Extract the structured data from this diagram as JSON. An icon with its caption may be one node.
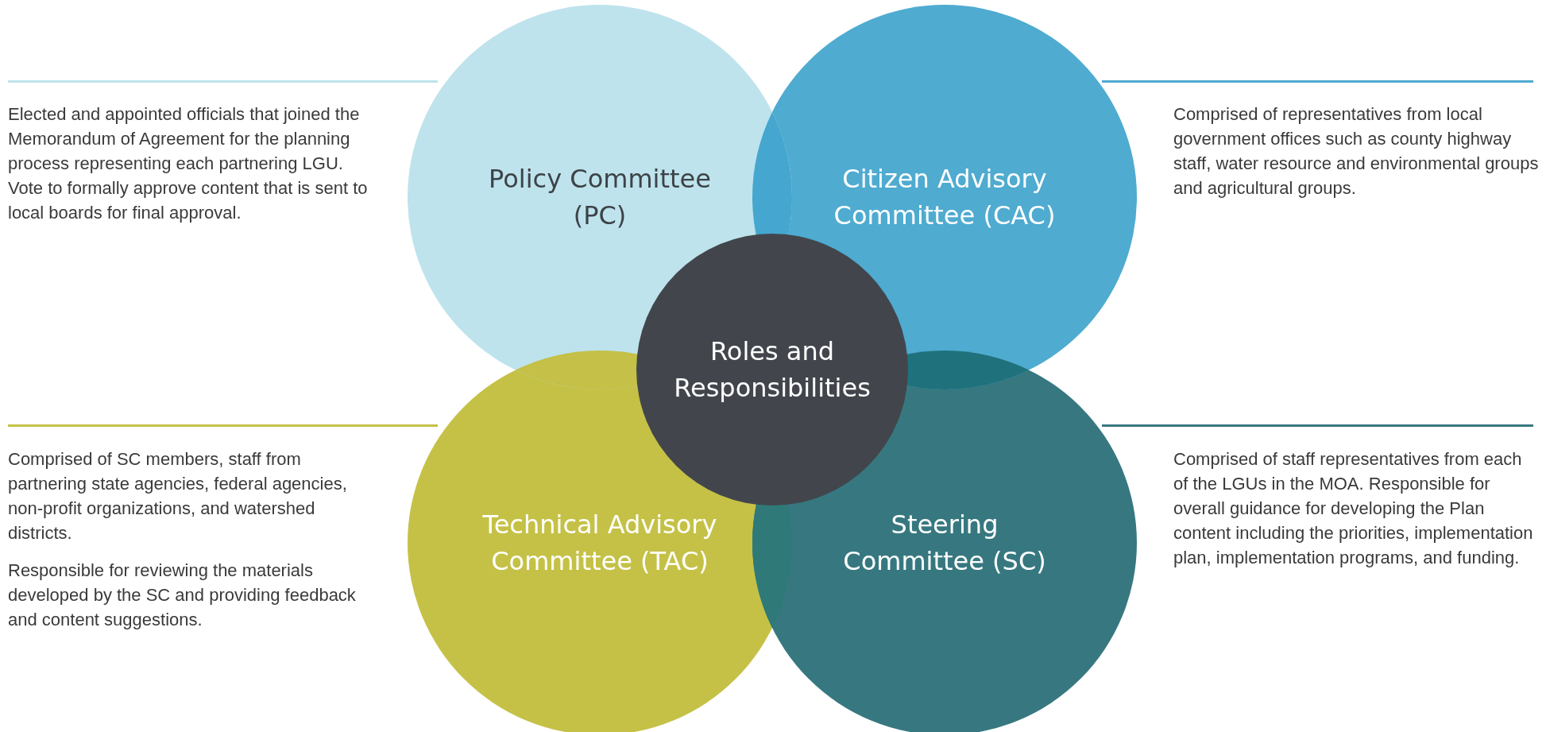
{
  "diagram": {
    "nodes": [
      {
        "text": [
          "Policy Committee (PC)"
        ],
        "beside": [
          "Elected and appointed officials that joined the Memorandum of Agreement for the planning process representing each partnering LGU. Vote to formally approve content that is sent to local boards for final approval."
        ]
      },
      {
        "text": [
          "Citizen Advisory Committee (CAC)"
        ],
        "beside": [
          "Comprised of representatives from local government offices such as county highway staff, water resource and environmental groups and agricultural groups."
        ]
      },
      {
        "text": [
          "Roles and Responsibilities"
        ]
      },
      {
        "text": [
          "Technical Advisory Committee (TAC)"
        ],
        "beside": [
          "Comprised of SC members, staff from partnering state agencies, federal agencies, non-profit organizations, and watershed districts.",
          "Responsible for reviewing the materials developed by the SC and providing feedback and content suggestions."
        ]
      },
      {
        "text": [
          "Steering Committee (SC)"
        ],
        "beside": [
          "Comprised of staff representatives from each of the LGUs in the MOA. Responsible for overall guidance for developing the Plan content including the priorities, implementation plan, implementation programs, and funding."
        ]
      }
    ],
    "edges": []
  }
}
